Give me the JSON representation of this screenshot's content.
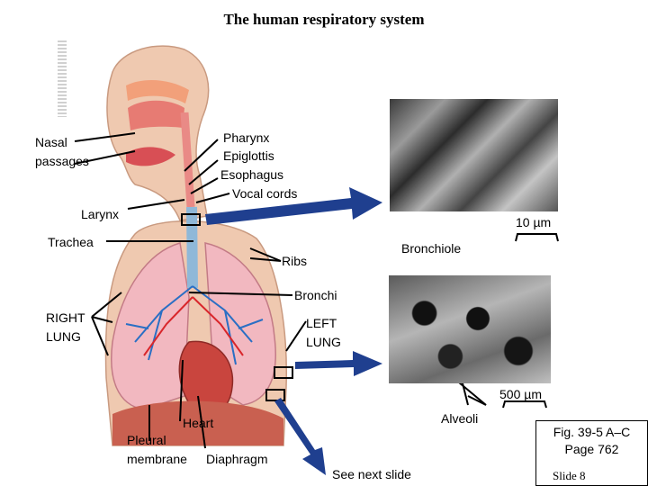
{
  "title": "The human respiratory system",
  "labels": {
    "nasal": "Nasal\npassages",
    "pharynx": "Pharynx",
    "epiglottis": "Epiglottis",
    "esophagus": "Esophagus",
    "vocal_cords": "Vocal cords",
    "larynx": "Larynx",
    "trachea": "Trachea",
    "ribs": "Ribs",
    "bronchiole": "Bronchiole",
    "bronchi": "Bronchi",
    "right_lung": "RIGHT\nLUNG",
    "left_lung": "LEFT\nLUNG",
    "heart": "Heart",
    "pleural": "Pleural\nmembrane",
    "diaphragm": "Diaphragm",
    "alveoli": "Alveoli",
    "see_next": "See next slide"
  },
  "scale_bars": {
    "top": "10 µm",
    "bottom": "500 µm"
  },
  "figure_ref": "Fig. 39-5 A–C\nPage 762",
  "slide": "Slide 8",
  "colors": {
    "arrow": "#1f3f8f",
    "lung": "#f2b8c0",
    "artery": "#d9262b",
    "vein": "#2a6fc4",
    "skin": "#efc9b0"
  }
}
